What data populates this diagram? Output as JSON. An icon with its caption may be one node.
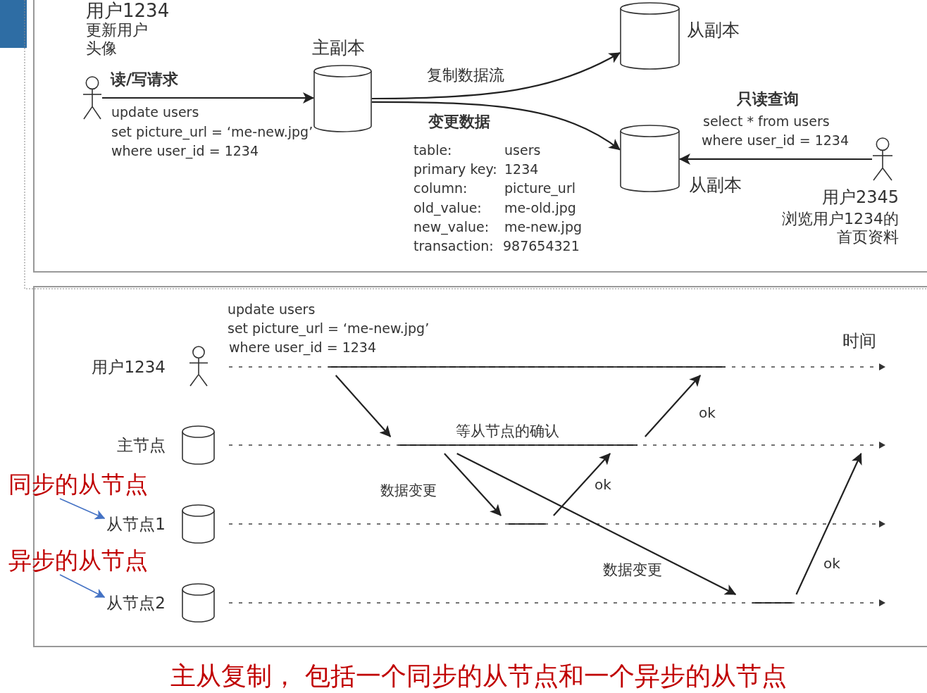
{
  "diagram": {
    "caption": "主从复制， 包括一个同步的从节点和一个异步的从节点",
    "nodes": [
      {
        "text": [],
        "shape": "person",
        "beside": [
          "用户1234",
          "更新用户头像"
        ]
      },
      {
        "text": [],
        "shape": "cylinder",
        "beside": [
          "主副本"
        ]
      },
      {
        "text": [],
        "shape": "cylinder",
        "beside": [
          "从副本"
        ]
      },
      {
        "text": [],
        "shape": "cylinder",
        "beside": [
          "从副本"
        ]
      },
      {
        "text": [],
        "shape": "person",
        "beside": [
          "用户2345",
          "浏览用户1234的首页资料"
        ]
      },
      {
        "text": [
          "用户1234"
        ]
      },
      {
        "text": [
          "主节点"
        ]
      },
      {
        "text": [
          "从节点1"
        ]
      },
      {
        "text": [
          "从节点2"
        ]
      },
      {
        "text": [
          "同步的从节点"
        ]
      },
      {
        "text": [
          "异步的从节点"
        ]
      }
    ],
    "edges": [
      {
        "from": 0,
        "to": 1,
        "arrow": "to",
        "label": "读/写请求"
      },
      {
        "from": 1,
        "to": 2,
        "arrow": "to",
        "label": "复制数据流"
      },
      {
        "from": 1,
        "to": 3,
        "arrow": "to",
        "label": "变更数据"
      },
      {
        "from": 4,
        "to": 3,
        "arrow": "to",
        "label": "只读查询"
      },
      {
        "from": 5,
        "to": 6,
        "arrow": "to"
      },
      {
        "from": 6,
        "to": 7,
        "arrow": "to",
        "label": "数据变更"
      },
      {
        "from": 7,
        "to": 6,
        "arrow": "to",
        "label": "ok"
      },
      {
        "from": 6,
        "to": 5,
        "arrow": "to",
        "label": "ok"
      },
      {
        "from": 6,
        "to": 8,
        "arrow": "to",
        "label": "数据变更"
      },
      {
        "from": 8,
        "to": 6,
        "arrow": "to",
        "label": "ok"
      },
      {
        "from": 9,
        "to": 7,
        "arrow": "to",
        "color": "#4472c4"
      },
      {
        "from": 10,
        "to": 8,
        "arrow": "to",
        "color": "#4472c4"
      }
    ],
    "labels": [
      "update users",
      "set picture_url = ‘me-new.jpg’",
      "where user_id = 1234",
      "table:",
      "users",
      "primary key:",
      "1234",
      "column:",
      "picture_url",
      "old_value:",
      "me-old.jpg",
      "new_value:",
      "me-new.jpg",
      "transaction:",
      "987654321",
      "select * from users",
      "where user_id = 1234",
      "update users",
      "set picture_url = ‘me-new.jpg’",
      "where user_id = 1234",
      "时间",
      "等从节点的确认"
    ]
  }
}
